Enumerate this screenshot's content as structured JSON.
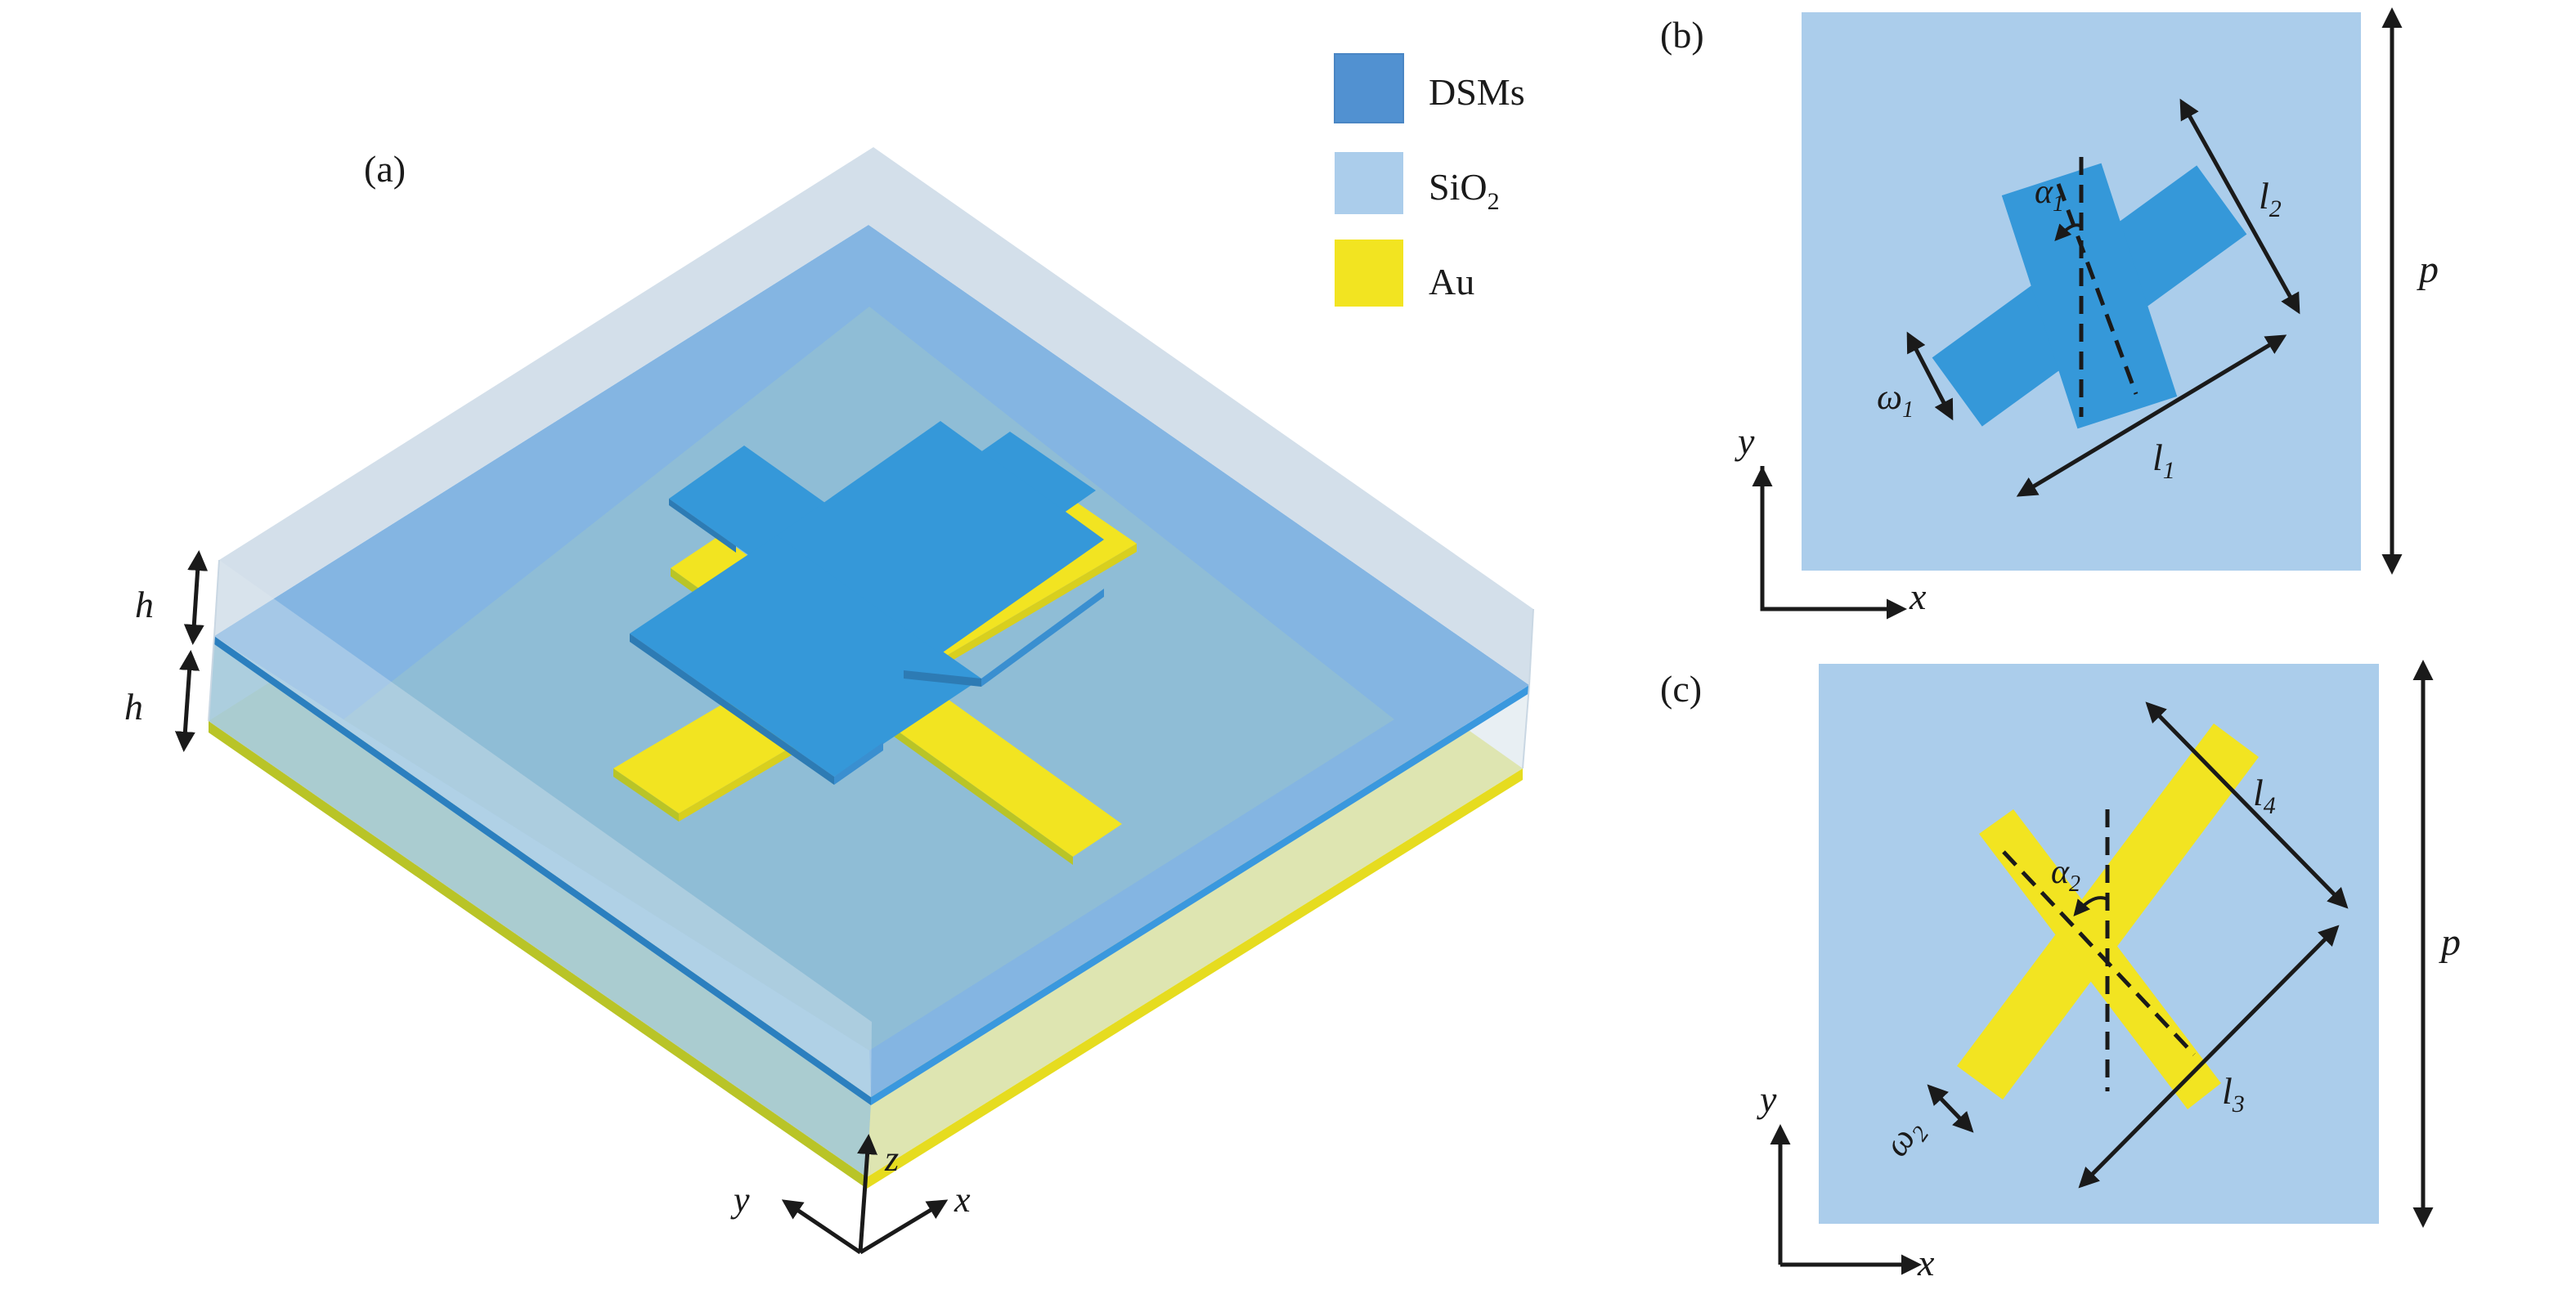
{
  "figure": {
    "panels": {
      "a": {
        "label": "(a)",
        "description": "3D unit cell: DSM cross on SiO2 spacer over Au cross and Au ground plane"
      },
      "b": {
        "label": "(b)",
        "description": "Top view of DSM cross"
      },
      "c": {
        "label": "(c)",
        "description": "Top view of Au cross"
      }
    },
    "legend": [
      {
        "label": "DSMs",
        "color": "#5191d1"
      },
      {
        "label": "SiO",
        "subscript": "2",
        "color": "#abcdeb"
      },
      {
        "label": "Au",
        "color": "#f2e421"
      }
    ],
    "colors": {
      "dsm": "#3598d9",
      "dsm_edge": "#2f7fb8",
      "sio2_panel": "#abcdeb",
      "au": "#f2e421",
      "au_edge": "#b9c427",
      "box_shell": "#d3dfea",
      "blue_surface": "#84b5e2",
      "inner_surface": "#8fbdd6",
      "arrow": "#1a1a1a"
    },
    "panel_a": {
      "dimension_labels": [
        "h",
        "h"
      ],
      "axes": {
        "x": "x",
        "y": "y",
        "z": "z"
      }
    },
    "panel_b": {
      "labels": {
        "alpha": "α",
        "alpha_sub": "1",
        "omega": "ω",
        "omega_sub": "1",
        "l1": "l",
        "l1_sub": "1",
        "l2": "l",
        "l2_sub": "2",
        "p": "p"
      },
      "axes": {
        "x": "x",
        "y": "y"
      }
    },
    "panel_c": {
      "labels": {
        "alpha": "α",
        "alpha_sub": "2",
        "omega": "ω",
        "omega_sub": "2",
        "l3": "l",
        "l3_sub": "3",
        "l4": "l",
        "l4_sub": "4",
        "p": "p"
      },
      "axes": {
        "x": "x",
        "y": "y"
      }
    }
  }
}
